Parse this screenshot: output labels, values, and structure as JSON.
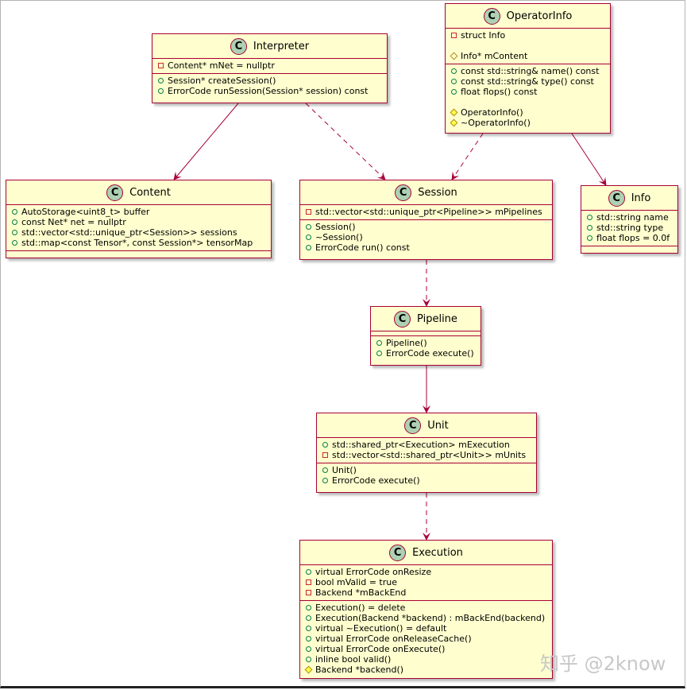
{
  "classes": {
    "interpreter": {
      "name": "Interpreter",
      "stereotype": "C",
      "fields": [
        {
          "vis": "private",
          "text": "Content* mNet = nullptr"
        }
      ],
      "methods": [
        {
          "vis": "public",
          "text": "Session* createSession()"
        },
        {
          "vis": "public",
          "text": "ErrorCode runSession(Session* session) const"
        }
      ]
    },
    "operatorinfo": {
      "name": "OperatorInfo",
      "stereotype": "C",
      "fields": [
        {
          "vis": "private",
          "text": "struct Info"
        },
        {
          "vis": "protected",
          "text": "Info* mContent"
        }
      ],
      "methods": [
        {
          "vis": "public",
          "text": "const std::string& name() const"
        },
        {
          "vis": "public",
          "text": "const std::string& type() const"
        },
        {
          "vis": "public",
          "text": "float flops() const"
        },
        {
          "vis": "protected",
          "text": "OperatorInfo()"
        },
        {
          "vis": "protected",
          "text": "~OperatorInfo()"
        }
      ]
    },
    "content": {
      "name": "Content",
      "stereotype": "C",
      "fields": [
        {
          "vis": "public",
          "text": "AutoStorage<uint8_t> buffer"
        },
        {
          "vis": "public",
          "text": "const Net* net = nullptr"
        },
        {
          "vis": "public",
          "text": "std::vector<std::unique_ptr<Session>> sessions"
        },
        {
          "vis": "public",
          "text": "std::map<const Tensor*, const Session*> tensorMap"
        }
      ],
      "methods": []
    },
    "session": {
      "name": "Session",
      "stereotype": "C",
      "fields": [
        {
          "vis": "private",
          "text": "std::vector<std::unique_ptr<Pipeline>> mPipelines"
        }
      ],
      "methods": [
        {
          "vis": "public",
          "text": "Session()"
        },
        {
          "vis": "public",
          "text": "~Session()"
        },
        {
          "vis": "public",
          "text": "ErrorCode run() const"
        }
      ]
    },
    "info": {
      "name": "Info",
      "stereotype": "C",
      "fields": [
        {
          "vis": "public",
          "text": "std::string name"
        },
        {
          "vis": "public",
          "text": "std::string type"
        },
        {
          "vis": "public",
          "text": "float flops = 0.0f"
        }
      ],
      "methods": []
    },
    "pipeline": {
      "name": "Pipeline",
      "stereotype": "C",
      "fields": [],
      "methods": [
        {
          "vis": "public",
          "text": "Pipeline()"
        },
        {
          "vis": "public",
          "text": "ErrorCode execute()"
        }
      ]
    },
    "unit": {
      "name": "Unit",
      "stereotype": "C",
      "fields": [
        {
          "vis": "public",
          "text": "std::shared_ptr<Execution> mExecution"
        },
        {
          "vis": "private",
          "text": "std::vector<std::shared_ptr<Unit>> mUnits"
        }
      ],
      "methods": [
        {
          "vis": "public",
          "text": "Unit()"
        },
        {
          "vis": "public",
          "text": "ErrorCode execute()"
        }
      ]
    },
    "execution": {
      "name": "Execution",
      "stereotype": "C",
      "fields": [
        {
          "vis": "public",
          "text": "virtual ErrorCode onResize"
        },
        {
          "vis": "private",
          "text": "bool mValid = true"
        },
        {
          "vis": "private",
          "text": "Backend *mBackEnd"
        }
      ],
      "methods": [
        {
          "vis": "public",
          "text": "Execution() = delete"
        },
        {
          "vis": "public",
          "text": "Execution(Backend *backend) : mBackEnd(backend)"
        },
        {
          "vis": "public",
          "text": "virtual ~Execution() = default"
        },
        {
          "vis": "public",
          "text": "virtual ErrorCode onReleaseCache()"
        },
        {
          "vis": "public",
          "text": "virtual ErrorCode onExecute()"
        },
        {
          "vis": "public",
          "text": "inline bool valid()"
        },
        {
          "vis": "protected-filled",
          "text": "Backend *backend()"
        }
      ]
    }
  },
  "relations": [
    {
      "from": "Interpreter",
      "to": "Content",
      "style": "solid"
    },
    {
      "from": "Interpreter",
      "to": "Session",
      "style": "dashed"
    },
    {
      "from": "OperatorInfo",
      "to": "Session",
      "style": "dashed"
    },
    {
      "from": "OperatorInfo",
      "to": "Info",
      "style": "solid"
    },
    {
      "from": "Session",
      "to": "Pipeline",
      "style": "dashed"
    },
    {
      "from": "Pipeline",
      "to": "Unit",
      "style": "solid"
    },
    {
      "from": "Unit",
      "to": "Execution",
      "style": "dashed"
    }
  ],
  "colors": {
    "box_fill": "#fefece",
    "border": "#a80036",
    "badge": "#add1b2"
  },
  "watermark": "知乎 @2know"
}
